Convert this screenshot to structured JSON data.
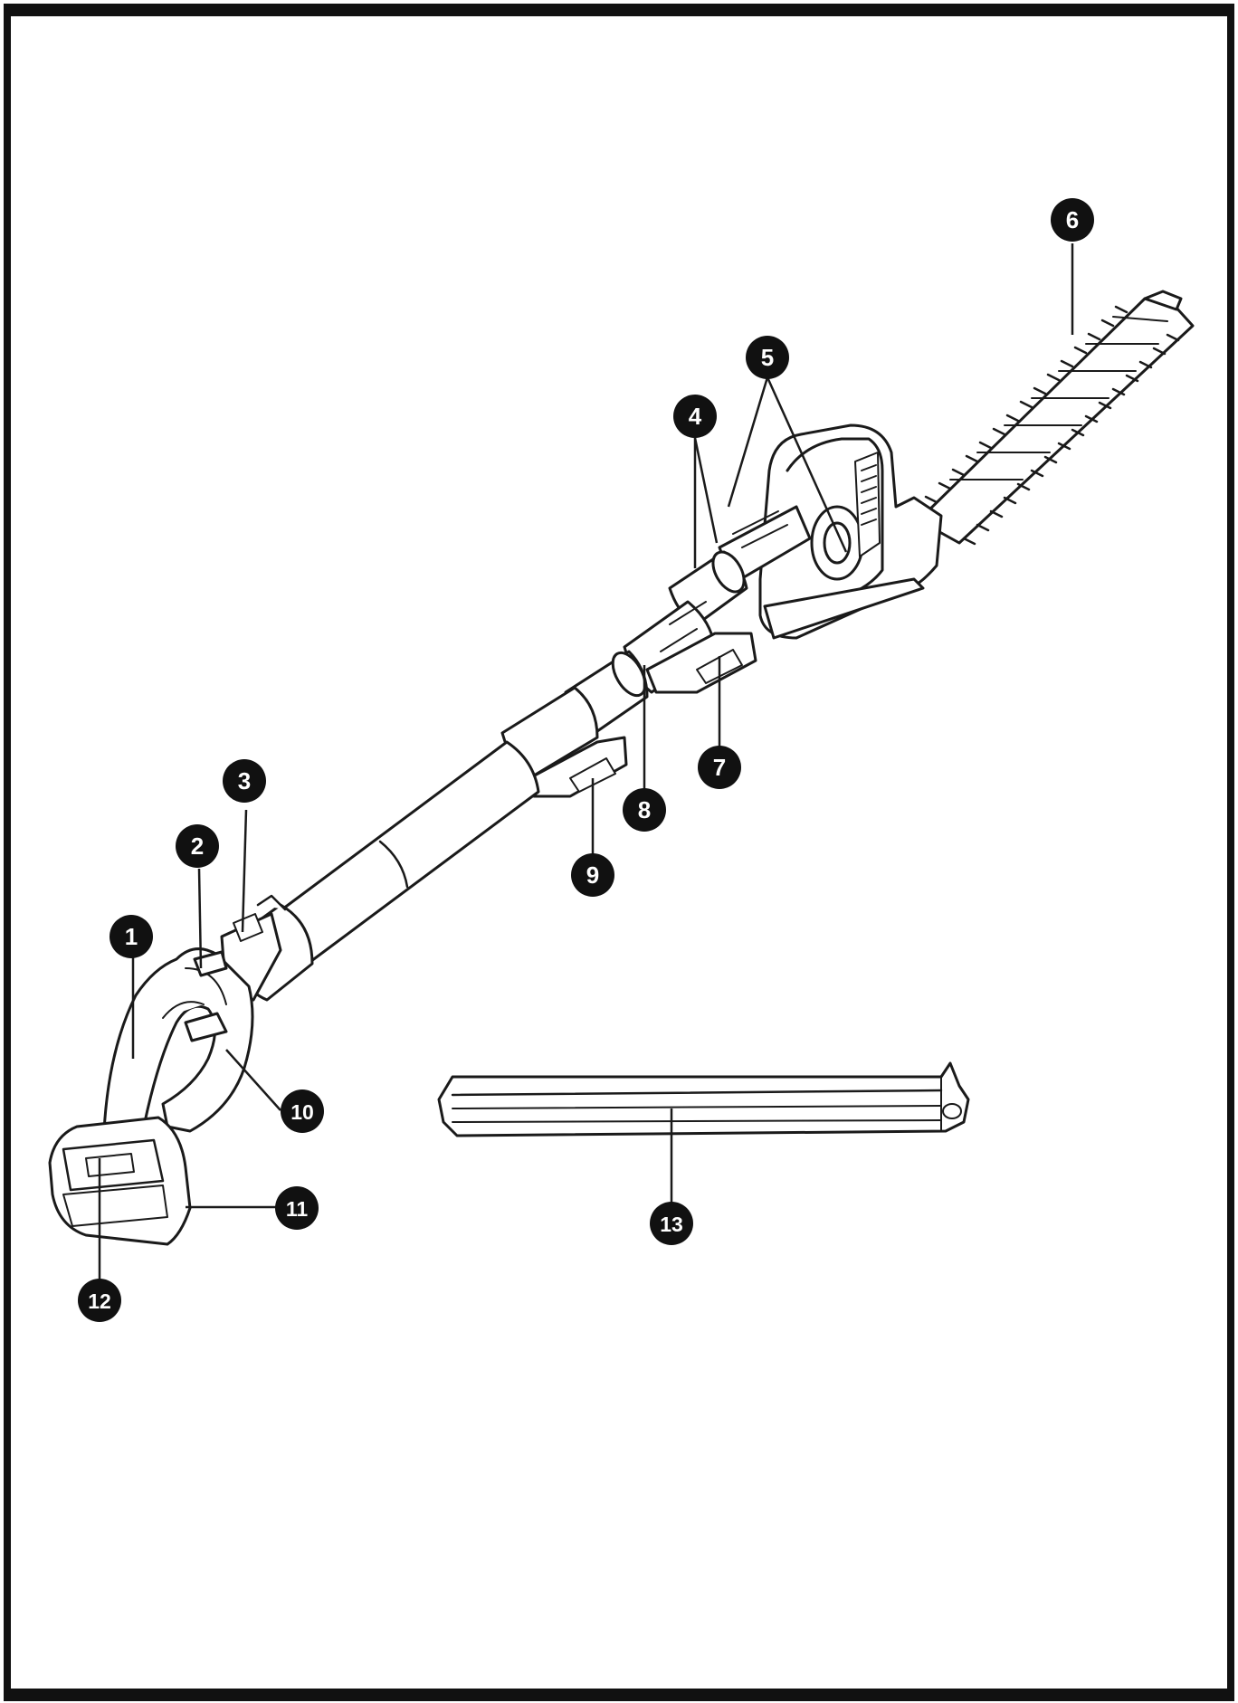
{
  "diagram": {
    "type": "exploded-parts-view",
    "subject": "cordless pole hedge trimmer",
    "frame_color": "#111111",
    "line_color": "#1a1a1a",
    "fill_color": "#ffffff",
    "callout_color": "#111111",
    "callouts": [
      {
        "id": "1",
        "text": "1"
      },
      {
        "id": "2",
        "text": "2"
      },
      {
        "id": "3",
        "text": "3"
      },
      {
        "id": "4",
        "text": "4"
      },
      {
        "id": "5",
        "text": "5"
      },
      {
        "id": "6",
        "text": "6"
      },
      {
        "id": "7",
        "text": "7"
      },
      {
        "id": "8",
        "text": "8"
      },
      {
        "id": "9",
        "text": "9"
      },
      {
        "id": "10",
        "text": "10"
      },
      {
        "id": "11",
        "text": "11"
      },
      {
        "id": "12",
        "text": "12"
      },
      {
        "id": "13",
        "text": "13"
      }
    ]
  }
}
